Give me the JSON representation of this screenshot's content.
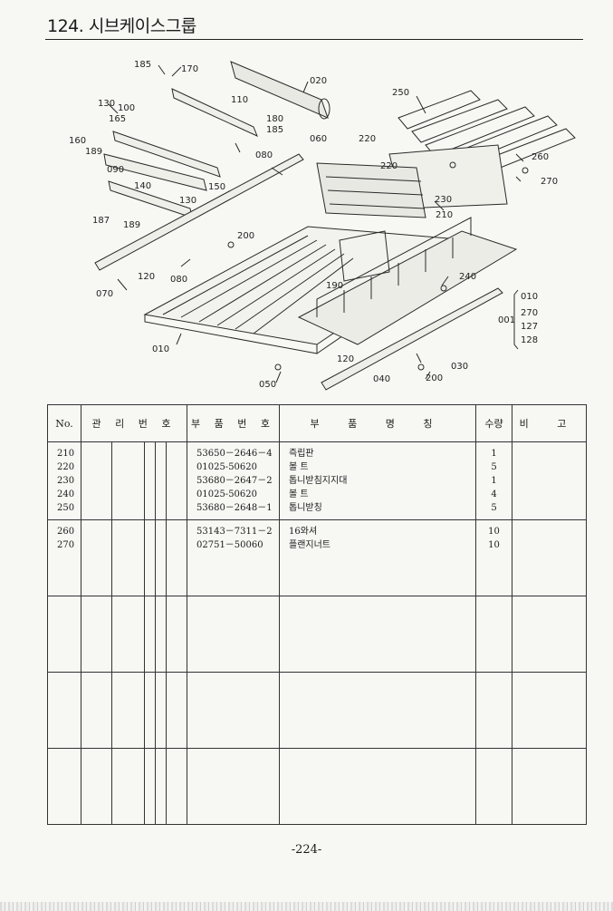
{
  "header": {
    "title": "124. 시브케이스그룹"
  },
  "diagram": {
    "callouts": [
      {
        "id": "c185a",
        "label": "185"
      },
      {
        "id": "c170",
        "label": "170"
      },
      {
        "id": "c020",
        "label": "020"
      },
      {
        "id": "c250",
        "label": "250"
      },
      {
        "id": "c130a",
        "label": "130"
      },
      {
        "id": "c100",
        "label": "100"
      },
      {
        "id": "c165",
        "label": "165"
      },
      {
        "id": "c110",
        "label": "110"
      },
      {
        "id": "c180",
        "label": "180"
      },
      {
        "id": "c185b",
        "label": "185"
      },
      {
        "id": "c060",
        "label": "060"
      },
      {
        "id": "c220a",
        "label": "220"
      },
      {
        "id": "c160",
        "label": "160"
      },
      {
        "id": "c189a",
        "label": "189"
      },
      {
        "id": "c080a",
        "label": "080"
      },
      {
        "id": "c220b",
        "label": "220"
      },
      {
        "id": "c260",
        "label": "260"
      },
      {
        "id": "c090",
        "label": "090"
      },
      {
        "id": "c270a",
        "label": "270"
      },
      {
        "id": "c140",
        "label": "140"
      },
      {
        "id": "c150",
        "label": "150"
      },
      {
        "id": "c130b",
        "label": "130"
      },
      {
        "id": "c230",
        "label": "230"
      },
      {
        "id": "c210",
        "label": "210"
      },
      {
        "id": "c187",
        "label": "187"
      },
      {
        "id": "c189b",
        "label": "189"
      },
      {
        "id": "c200a",
        "label": "200"
      },
      {
        "id": "c240",
        "label": "240"
      },
      {
        "id": "c120a",
        "label": "120"
      },
      {
        "id": "c080b",
        "label": "080"
      },
      {
        "id": "c190",
        "label": "190"
      },
      {
        "id": "c070",
        "label": "070"
      },
      {
        "id": "c010a",
        "label": "010"
      },
      {
        "id": "c001",
        "label": "001"
      },
      {
        "id": "c270b",
        "label": "270"
      },
      {
        "id": "c127",
        "label": "127"
      },
      {
        "id": "c128",
        "label": "128"
      },
      {
        "id": "c010b",
        "label": "010"
      },
      {
        "id": "c120b",
        "label": "120"
      },
      {
        "id": "c030",
        "label": "030"
      },
      {
        "id": "c040",
        "label": "040"
      },
      {
        "id": "c200b",
        "label": "200"
      },
      {
        "id": "c050",
        "label": "050"
      }
    ]
  },
  "table": {
    "headers": {
      "no": "No.",
      "mgmt": "관 리 번 호",
      "part_no": "부 품 번 호",
      "part_name": "부 품 명 칭",
      "qty": "수량",
      "remarks": "비 고"
    },
    "group1": [
      {
        "no": "210",
        "part_no": "53650－2646－4",
        "name": "즉립판",
        "qty": "1"
      },
      {
        "no": "220",
        "part_no": "01025-50620",
        "name": "볼 트",
        "qty": "5"
      },
      {
        "no": "230",
        "part_no": "53680－2647－2",
        "name": "톱니받침지지대",
        "qty": "1"
      },
      {
        "no": "240",
        "part_no": "01025-50620",
        "name": "볼 트",
        "qty": "4"
      },
      {
        "no": "250",
        "part_no": "53680－2648－1",
        "name": "톱니받칭",
        "qty": "5"
      }
    ],
    "group2": [
      {
        "no": "260",
        "part_no": "53143－7311－2",
        "name": "16와셔",
        "qty": "10"
      },
      {
        "no": "270",
        "part_no": "02751－50060",
        "name": "플랜지너트",
        "qty": "10"
      }
    ]
  },
  "footer": {
    "page_number": "-224-"
  }
}
